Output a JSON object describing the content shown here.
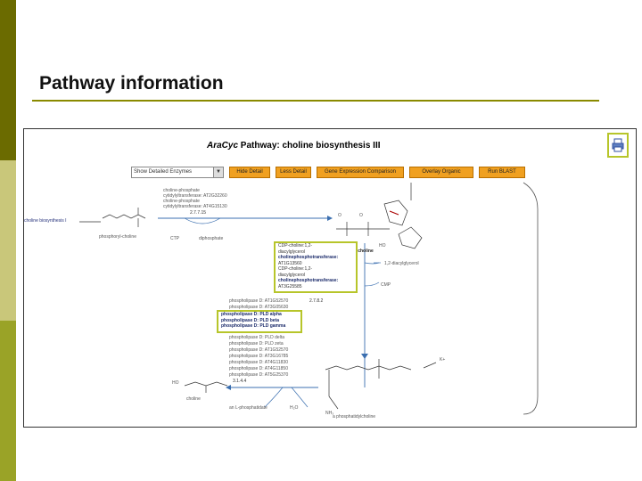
{
  "slide": {
    "title": "Pathway information"
  },
  "screenshot": {
    "pathway_title_prefix": "AraCyc",
    "pathway_title_rest": " Pathway: choline biosynthesis III",
    "toolbar": {
      "select_value": "Show Detailed Enzymes",
      "buttons": [
        "Hide Detail",
        "Less Detail",
        "Gene Expression Comparison",
        "Overlay Organic",
        "Run BLAST"
      ]
    },
    "labels": {
      "choline_biosynthesis": "choline biosynthesis I",
      "phosphoryl_choline": "phosphoryl-choline",
      "ctp": "CTP",
      "diphosphate": "diphosphate",
      "ec_271": "2.7.7.15",
      "enzyme_top_1": "choline-phosphate",
      "enzyme_top_2": "cytidylyltransferase: AT2G32260",
      "enzyme_top_3": "choline-phosphate",
      "enzyme_top_4": "cytidylyltransferase: AT4G15130",
      "cdp_choline": "CDP-choline",
      "diacylglycerol": "1,2-diacylglycerol",
      "cmp": "CMP",
      "ec_282": "2.7.8.2",
      "ho_1": "HO",
      "ho_2": "HO",
      "choline": "choline",
      "l_phosphatidate": "an L-phosphatidate",
      "h2o": "H₂O",
      "phosphatidylcholine": "a phosphatidylcholine",
      "nh3": "NH₃",
      "o_1": "O",
      "o_2": "O",
      "kplus": "K+"
    },
    "enzyme_box": [
      {
        "text": "CDP-choline:1,2-",
        "bold": false
      },
      {
        "text": "diacylglycerol",
        "bold": false
      },
      {
        "text": "cholinephosphotransferase:",
        "bold": true
      },
      {
        "text": "AT1G13560",
        "bold": false
      },
      {
        "text": "CDP-choline:1,2-",
        "bold": false
      },
      {
        "text": "diacylglycerol",
        "bold": false
      },
      {
        "text": "cholinephosphotransferase:",
        "bold": true
      },
      {
        "text": "AT3G25585",
        "bold": false
      }
    ],
    "phospholipase_list_top": [
      "phospholipase D: AT1G52570",
      "phospholipase D: AT3G05630"
    ],
    "phospholipase_box": [
      "phospholipase D: PLD alpha",
      "phospholipase D: PLD beta",
      "phospholipase D: PLD gamma"
    ],
    "phospholipase_list_bottom": [
      "phospholipase D: PLD delta",
      "phospholipase D: PLD zeta",
      "phospholipase D: AT1G52570",
      "phospholipase D: AT3G16785",
      "phospholipase D: AT4G11830",
      "phospholipase D: AT4G11850",
      "phospholipase D: AT5G25370"
    ],
    "ec_311": "3.1.4.4",
    "colors": {
      "box_border": "#b7c52a",
      "button_orange": "#f0a020",
      "sidebar_dark": "#6b6b00"
    }
  }
}
